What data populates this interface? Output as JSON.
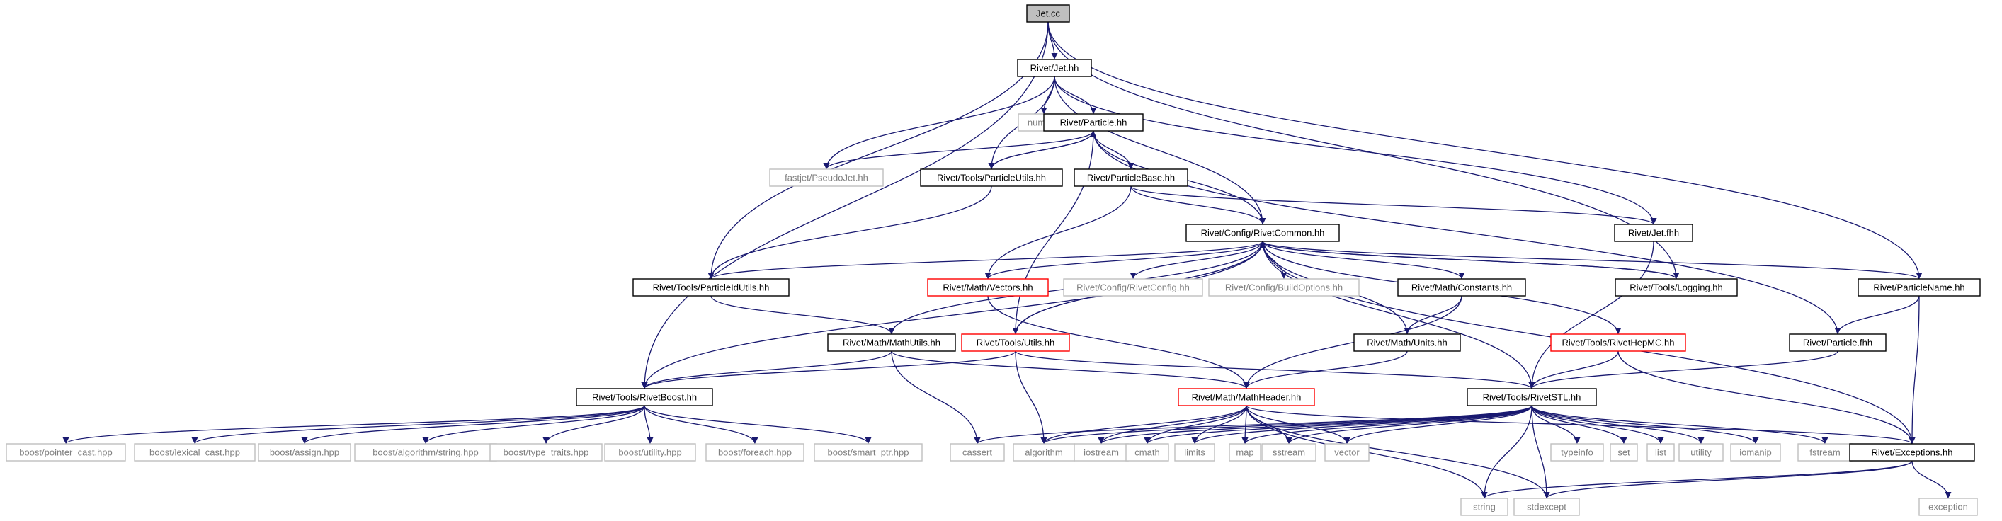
{
  "colors": {
    "edge": "#191970",
    "root_fill": "#bfbfbf",
    "root_border": "#000000",
    "node_border": "#000000",
    "missing_border": "#bfbfbf",
    "missing_text": "#7f7f7f",
    "truncated_border": "#ff0000",
    "node_fill": "#ffffff",
    "text": "#000000"
  },
  "nodes": [
    {
      "id": "jet_cc",
      "label": "Jet.cc",
      "kind": "root"
    },
    {
      "id": "jet_hh",
      "label": "Rivet/Jet.hh",
      "kind": "normal"
    },
    {
      "id": "numeric",
      "label": "numeric",
      "kind": "missing"
    },
    {
      "id": "particle_hh",
      "label": "Rivet/Particle.hh",
      "kind": "normal"
    },
    {
      "id": "pseudojet",
      "label": "fastjet/PseudoJet.hh",
      "kind": "missing"
    },
    {
      "id": "particleutils",
      "label": "Rivet/Tools/ParticleUtils.hh",
      "kind": "normal"
    },
    {
      "id": "particlebase",
      "label": "Rivet/ParticleBase.hh",
      "kind": "normal"
    },
    {
      "id": "rivetcommon",
      "label": "Rivet/Config/RivetCommon.hh",
      "kind": "normal"
    },
    {
      "id": "jet_fhh",
      "label": "Rivet/Jet.fhh",
      "kind": "normal"
    },
    {
      "id": "particleidutils",
      "label": "Rivet/Tools/ParticleIdUtils.hh",
      "kind": "normal"
    },
    {
      "id": "vectors",
      "label": "Rivet/Math/Vectors.hh",
      "kind": "truncated"
    },
    {
      "id": "rivetconfig",
      "label": "Rivet/Config/RivetConfig.hh",
      "kind": "missing"
    },
    {
      "id": "buildoptions",
      "label": "Rivet/Config/BuildOptions.hh",
      "kind": "missing"
    },
    {
      "id": "constants",
      "label": "Rivet/Math/Constants.hh",
      "kind": "normal"
    },
    {
      "id": "logging",
      "label": "Rivet/Tools/Logging.hh",
      "kind": "normal"
    },
    {
      "id": "particlename",
      "label": "Rivet/ParticleName.hh",
      "kind": "normal"
    },
    {
      "id": "mathutils",
      "label": "Rivet/Math/MathUtils.hh",
      "kind": "normal"
    },
    {
      "id": "utils",
      "label": "Rivet/Tools/Utils.hh",
      "kind": "truncated"
    },
    {
      "id": "units",
      "label": "Rivet/Math/Units.hh",
      "kind": "normal"
    },
    {
      "id": "rivethepmc",
      "label": "Rivet/Tools/RivetHepMC.hh",
      "kind": "truncated"
    },
    {
      "id": "particle_fhh",
      "label": "Rivet/Particle.fhh",
      "kind": "normal"
    },
    {
      "id": "rivetboost",
      "label": "Rivet/Tools/RivetBoost.hh",
      "kind": "normal"
    },
    {
      "id": "mathheader",
      "label": "Rivet/Math/MathHeader.hh",
      "kind": "truncated"
    },
    {
      "id": "rivetstl",
      "label": "Rivet/Tools/RivetSTL.hh",
      "kind": "normal"
    },
    {
      "id": "pointer_cast",
      "label": "boost/pointer_cast.hpp",
      "kind": "missing"
    },
    {
      "id": "lexical_cast",
      "label": "boost/lexical_cast.hpp",
      "kind": "missing"
    },
    {
      "id": "assign",
      "label": "boost/assign.hpp",
      "kind": "missing"
    },
    {
      "id": "alg_string",
      "label": "boost/algorithm/string.hpp",
      "kind": "missing"
    },
    {
      "id": "type_traits",
      "label": "boost/type_traits.hpp",
      "kind": "missing"
    },
    {
      "id": "utility_hpp",
      "label": "boost/utility.hpp",
      "kind": "missing"
    },
    {
      "id": "foreach",
      "label": "boost/foreach.hpp",
      "kind": "missing"
    },
    {
      "id": "smart_ptr",
      "label": "boost/smart_ptr.hpp",
      "kind": "missing"
    },
    {
      "id": "cassert",
      "label": "cassert",
      "kind": "missing"
    },
    {
      "id": "algorithm",
      "label": "algorithm",
      "kind": "missing"
    },
    {
      "id": "iostream",
      "label": "iostream",
      "kind": "missing"
    },
    {
      "id": "cmath",
      "label": "cmath",
      "kind": "missing"
    },
    {
      "id": "limits",
      "label": "limits",
      "kind": "missing"
    },
    {
      "id": "map",
      "label": "map",
      "kind": "missing"
    },
    {
      "id": "sstream",
      "label": "sstream",
      "kind": "missing"
    },
    {
      "id": "vector",
      "label": "vector",
      "kind": "missing"
    },
    {
      "id": "typeinfo",
      "label": "typeinfo",
      "kind": "missing"
    },
    {
      "id": "set",
      "label": "set",
      "kind": "missing"
    },
    {
      "id": "list",
      "label": "list",
      "kind": "missing"
    },
    {
      "id": "utility",
      "label": "utility",
      "kind": "missing"
    },
    {
      "id": "iomanip",
      "label": "iomanip",
      "kind": "missing"
    },
    {
      "id": "fstream",
      "label": "fstream",
      "kind": "missing"
    },
    {
      "id": "exceptions",
      "label": "Rivet/Exceptions.hh",
      "kind": "normal"
    },
    {
      "id": "string",
      "label": "string",
      "kind": "missing"
    },
    {
      "id": "stdexcept",
      "label": "stdexcept",
      "kind": "missing"
    },
    {
      "id": "exception",
      "label": "exception",
      "kind": "missing"
    }
  ],
  "edges": [
    [
      "jet_cc",
      "jet_hh"
    ],
    [
      "jet_cc",
      "rivetboost"
    ],
    [
      "jet_cc",
      "particleidutils"
    ],
    [
      "jet_cc",
      "logging"
    ],
    [
      "jet_cc",
      "particlename"
    ],
    [
      "jet_hh",
      "numeric"
    ],
    [
      "jet_hh",
      "particle_hh"
    ],
    [
      "jet_hh",
      "pseudojet"
    ],
    [
      "jet_hh",
      "particleutils"
    ],
    [
      "jet_hh",
      "rivetcommon"
    ],
    [
      "jet_hh",
      "jet_fhh"
    ],
    [
      "particle_hh",
      "pseudojet"
    ],
    [
      "particle_hh",
      "particleutils"
    ],
    [
      "particle_hh",
      "particlebase"
    ],
    [
      "particle_hh",
      "rivetcommon"
    ],
    [
      "particle_hh",
      "particle_fhh"
    ],
    [
      "particle_hh",
      "utils"
    ],
    [
      "particleutils",
      "particle_hh"
    ],
    [
      "particleutils",
      "particleidutils"
    ],
    [
      "particlebase",
      "rivetcommon"
    ],
    [
      "particlebase",
      "jet_fhh"
    ],
    [
      "particlebase",
      "vectors"
    ],
    [
      "rivetcommon",
      "particleidutils"
    ],
    [
      "rivetcommon",
      "vectors"
    ],
    [
      "rivetcommon",
      "rivetconfig"
    ],
    [
      "rivetcommon",
      "buildoptions"
    ],
    [
      "rivetcommon",
      "constants"
    ],
    [
      "rivetcommon",
      "logging"
    ],
    [
      "rivetcommon",
      "particlename"
    ],
    [
      "rivetcommon",
      "mathutils"
    ],
    [
      "rivetcommon",
      "utils"
    ],
    [
      "rivetcommon",
      "units"
    ],
    [
      "rivetcommon",
      "rivethepmc"
    ],
    [
      "rivetcommon",
      "rivetboost"
    ],
    [
      "rivetcommon",
      "rivetstl"
    ],
    [
      "rivetcommon",
      "exceptions"
    ],
    [
      "jet_fhh",
      "rivetstl"
    ],
    [
      "particleidutils",
      "mathutils"
    ],
    [
      "vectors",
      "mathheader"
    ],
    [
      "constants",
      "units"
    ],
    [
      "constants",
      "mathheader"
    ],
    [
      "logging",
      "rivetcommon"
    ],
    [
      "particlename",
      "particle_fhh"
    ],
    [
      "particlename",
      "exceptions"
    ],
    [
      "mathutils",
      "rivetboost"
    ],
    [
      "mathutils",
      "mathheader"
    ],
    [
      "mathutils",
      "cassert"
    ],
    [
      "utils",
      "rivetcommon"
    ],
    [
      "utils",
      "rivetboost"
    ],
    [
      "utils",
      "rivetstl"
    ],
    [
      "utils",
      "algorithm"
    ],
    [
      "units",
      "mathheader"
    ],
    [
      "rivethepmc",
      "rivetstl"
    ],
    [
      "rivethepmc",
      "exceptions"
    ],
    [
      "particle_fhh",
      "rivetstl"
    ],
    [
      "rivetboost",
      "pointer_cast"
    ],
    [
      "rivetboost",
      "lexical_cast"
    ],
    [
      "rivetboost",
      "assign"
    ],
    [
      "rivetboost",
      "alg_string"
    ],
    [
      "rivetboost",
      "type_traits"
    ],
    [
      "rivetboost",
      "utility_hpp"
    ],
    [
      "rivetboost",
      "foreach"
    ],
    [
      "rivetboost",
      "smart_ptr"
    ],
    [
      "mathheader",
      "algorithm"
    ],
    [
      "mathheader",
      "iostream"
    ],
    [
      "mathheader",
      "cmath"
    ],
    [
      "mathheader",
      "limits"
    ],
    [
      "mathheader",
      "map"
    ],
    [
      "mathheader",
      "sstream"
    ],
    [
      "mathheader",
      "vector"
    ],
    [
      "mathheader",
      "string"
    ],
    [
      "mathheader",
      "stdexcept"
    ],
    [
      "mathheader",
      "exceptions"
    ],
    [
      "rivetstl",
      "cassert"
    ],
    [
      "rivetstl",
      "algorithm"
    ],
    [
      "rivetstl",
      "iostream"
    ],
    [
      "rivetstl",
      "cmath"
    ],
    [
      "rivetstl",
      "limits"
    ],
    [
      "rivetstl",
      "map"
    ],
    [
      "rivetstl",
      "sstream"
    ],
    [
      "rivetstl",
      "vector"
    ],
    [
      "rivetstl",
      "typeinfo"
    ],
    [
      "rivetstl",
      "set"
    ],
    [
      "rivetstl",
      "list"
    ],
    [
      "rivetstl",
      "utility"
    ],
    [
      "rivetstl",
      "iomanip"
    ],
    [
      "rivetstl",
      "fstream"
    ],
    [
      "rivetstl",
      "string"
    ],
    [
      "rivetstl",
      "stdexcept"
    ],
    [
      "exceptions",
      "string"
    ],
    [
      "exceptions",
      "stdexcept"
    ],
    [
      "exceptions",
      "exception"
    ]
  ]
}
